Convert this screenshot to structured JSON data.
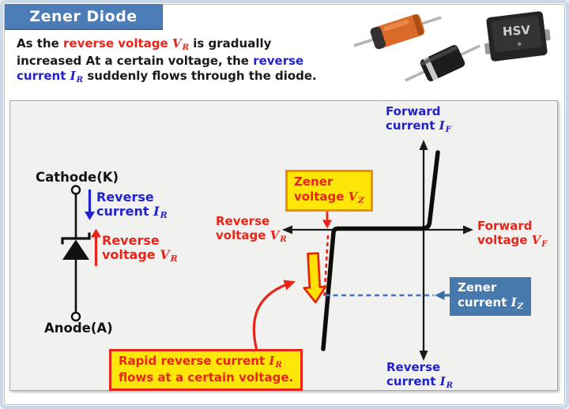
{
  "title": "Zener Diode",
  "intro": {
    "l1a": "As the ",
    "l1b": "reverse voltage ",
    "l1sym": "V",
    "l1sub": "R",
    "l1c": "  is gradually",
    "l2a": "increased At a certain voltage, the ",
    "l2b": "reverse",
    "l3a": "current ",
    "l3sym": "I",
    "l3sub": "R",
    "l3b": " suddenly flows through the diode."
  },
  "photos": {
    "smd_marking": "HSV"
  },
  "circuit": {
    "cathode": "Cathode(K)",
    "anode": "Anode(A)",
    "reverse_current": {
      "w1": "Reverse",
      "w2": "current ",
      "sym": "I",
      "sub": "R"
    },
    "reverse_voltage": {
      "w1": "Reverse",
      "w2": "voltage ",
      "sym": "V",
      "sub": "R"
    }
  },
  "graph": {
    "forward_current": {
      "w1": "Forward",
      "w2": "current ",
      "sym": "I",
      "sub": "F"
    },
    "forward_voltage": {
      "w1": "Forward",
      "w2": "voltage ",
      "sym": "V",
      "sub": "F"
    },
    "reverse_voltage": {
      "w1": "Reverse",
      "w2": "voltage ",
      "sym": "V",
      "sub": "R"
    },
    "reverse_current": {
      "w1": "Reverse",
      "w2": "current ",
      "sym": "I",
      "sub": "R"
    },
    "zener_voltage": {
      "w1": "Zener",
      "w2": "voltage ",
      "sym": "V",
      "sub": "Z"
    },
    "zener_current": {
      "w1": "Zener",
      "w2": "current ",
      "sym": "I",
      "sub": "Z"
    },
    "rapid": {
      "l1": "Rapid reverse current ",
      "sym": "I",
      "sub": "R",
      "l2": "flows at a certain voltage."
    }
  },
  "colors": {
    "accent_blue": "#4c7db6",
    "text_red": "#e8251a",
    "text_blue": "#2222cc",
    "panel_bg": "#f1f1ef",
    "callout_yellow": "#ffe609",
    "callout_orange_border": "#ef9000",
    "callout_blue": "#4779ad",
    "dashed_blue": "#4472c4"
  }
}
